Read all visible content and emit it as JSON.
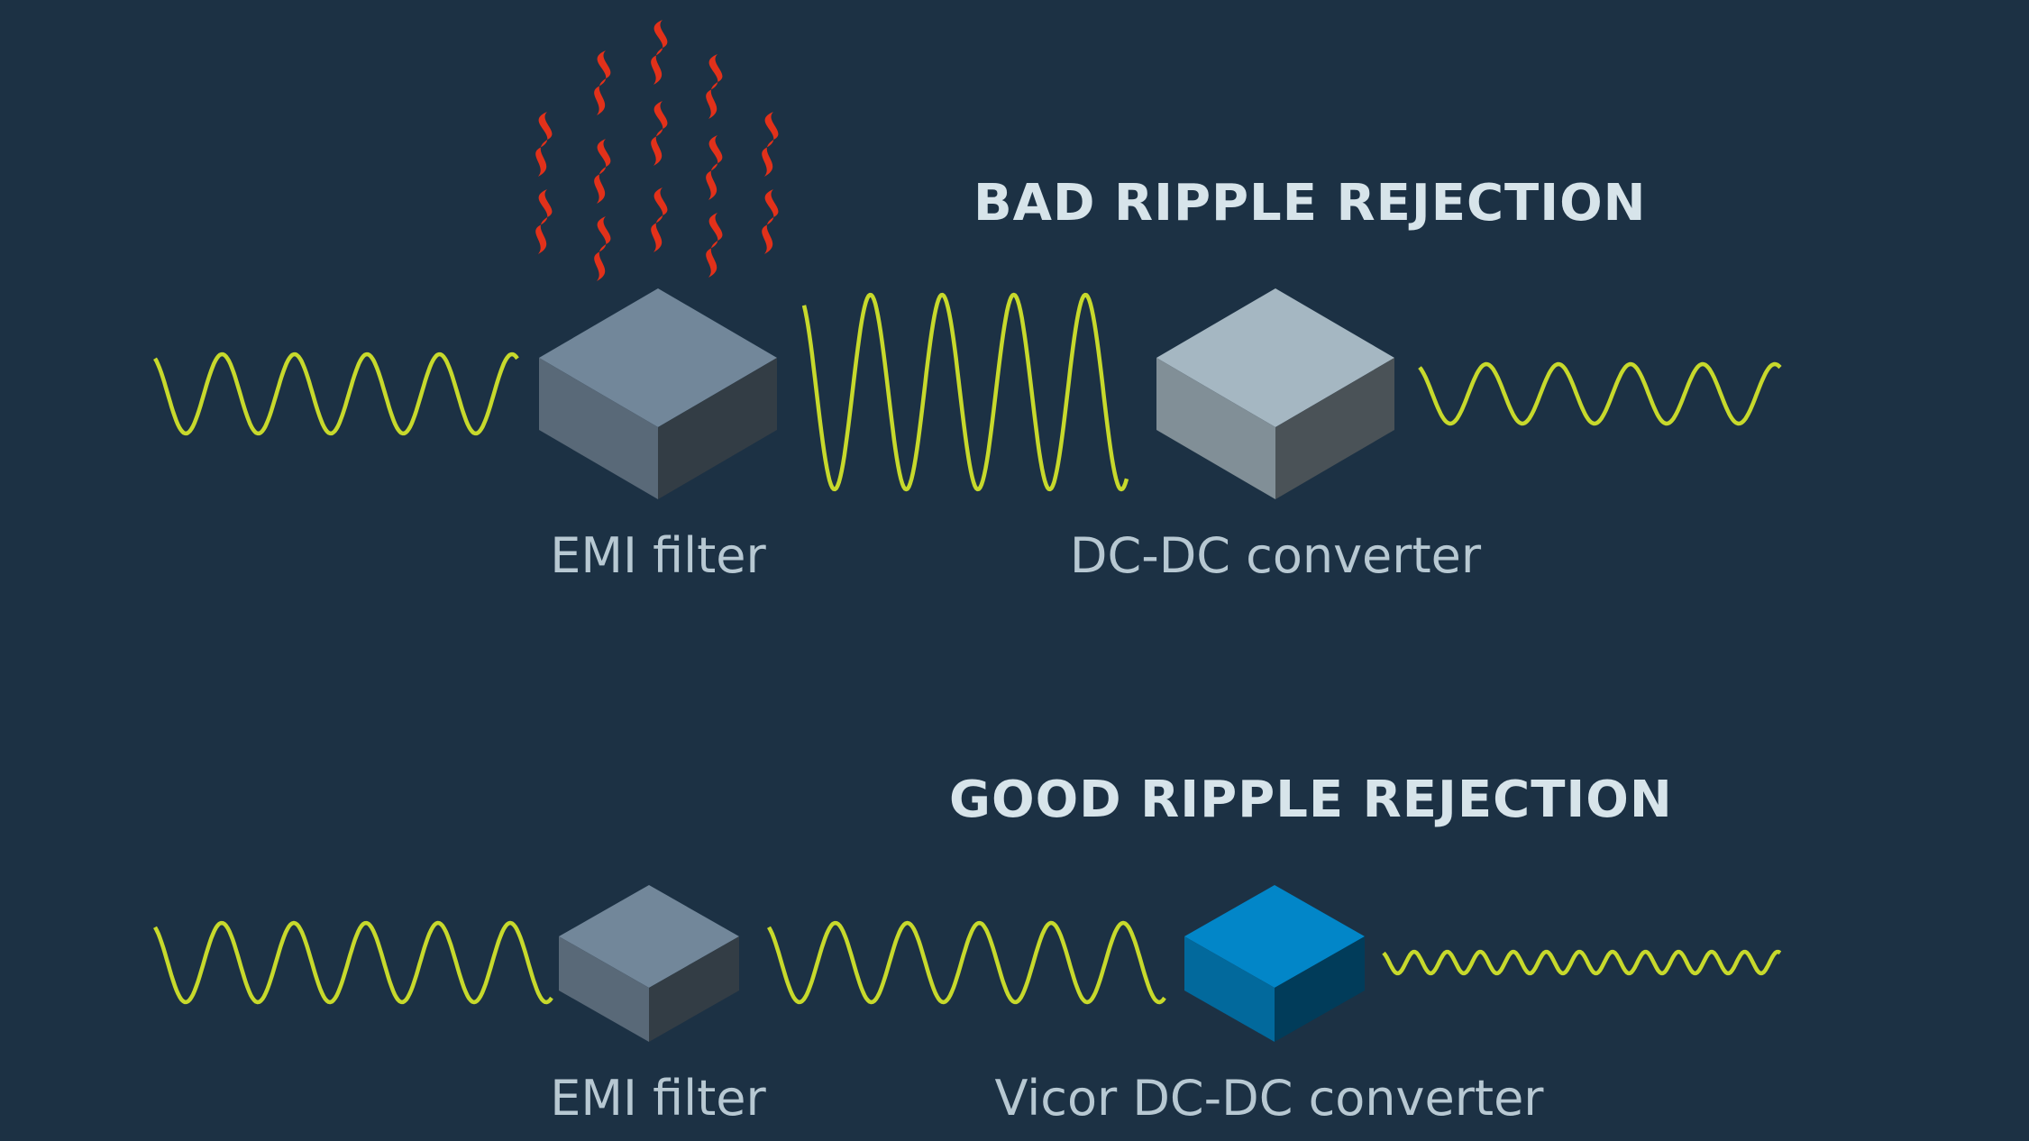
{
  "sections": [
    {
      "title": "BAD RIPPLE REJECTION",
      "filter_label": "EMI filter",
      "converter_label": "DC-DC converter",
      "filter_overheating": true,
      "converter_color": "#a5b7c2"
    },
    {
      "title": "GOOD RIPPLE REJECTION",
      "filter_label": "EMI filter",
      "converter_label": "Vicor DC-DC converter",
      "filter_overheating": false,
      "converter_color": "#0286c8"
    }
  ],
  "colors": {
    "background": "#1c3144",
    "wave": "#c7d92c",
    "heat": "#e2311a",
    "filter_box": "#72879a",
    "text_title": "#d7e4ea",
    "text_label": "#b7c8d2"
  },
  "icons": [
    "heat-wave-icon",
    "filter-box-icon",
    "converter-box-icon",
    "ripple-wave-icon"
  ]
}
